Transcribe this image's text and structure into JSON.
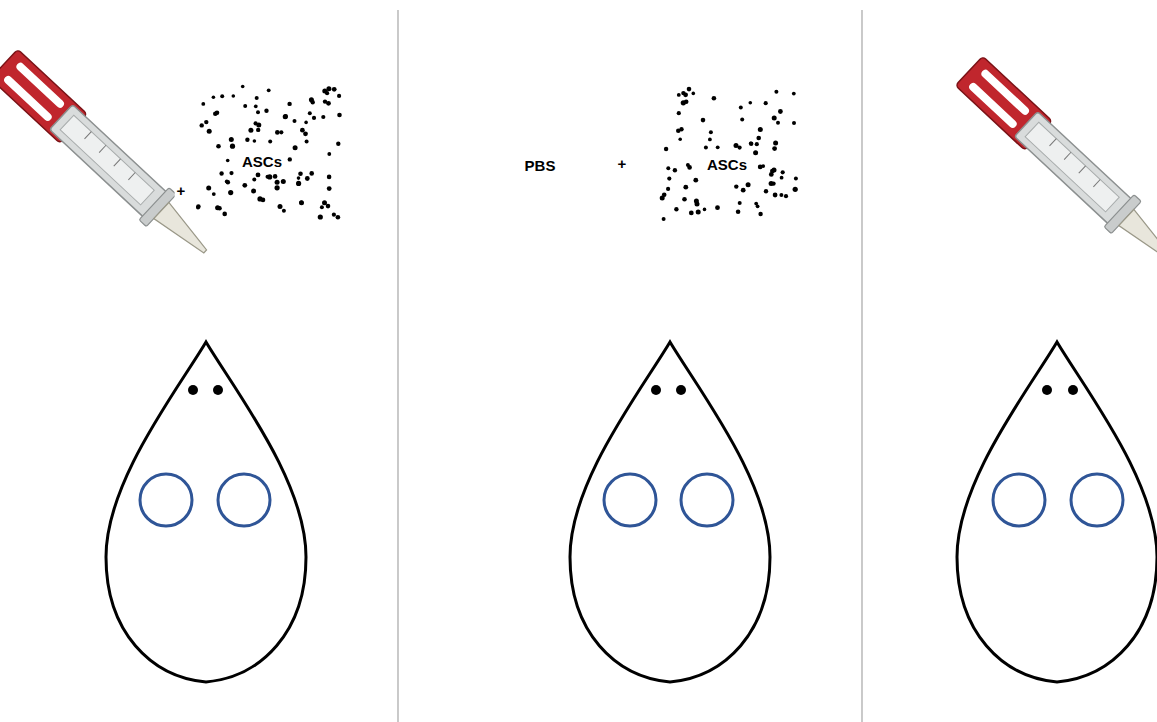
{
  "diagram": {
    "labels": [
      "+",
      "ASCs",
      "PBS",
      "+",
      "ASCs"
    ]
  }
}
